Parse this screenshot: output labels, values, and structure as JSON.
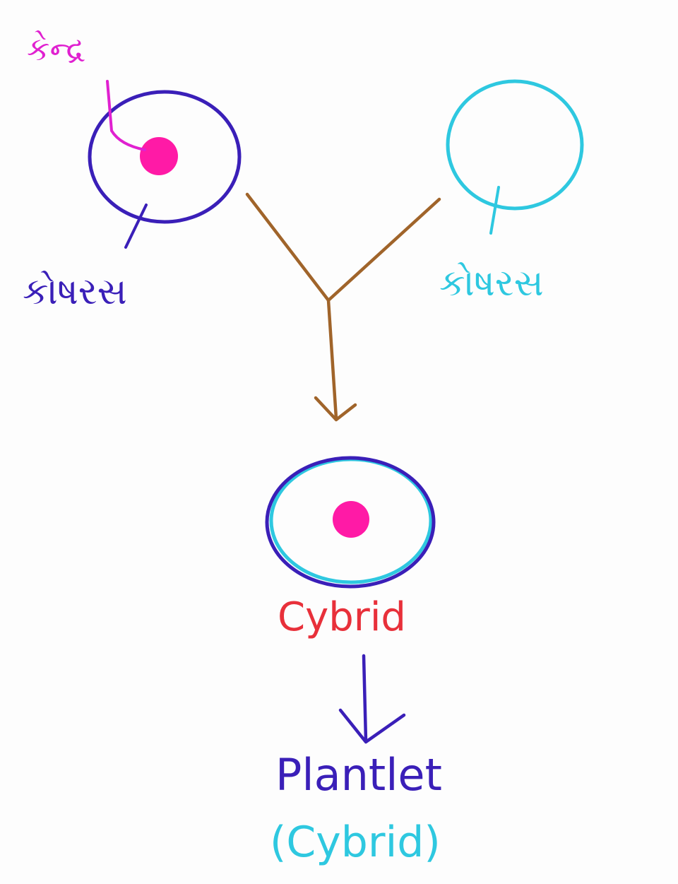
{
  "labels": {
    "nucleus": "કેન્દ્ર",
    "cytoplasm_left": "કોષરસ",
    "cytoplasm_right": "કોષરસ",
    "cybrid": "Cybrid",
    "plantlet": "Plantlet",
    "plantlet_sub": "(Cybrid)"
  },
  "colors": {
    "paper": "#fdfdfd",
    "left_cell": "#3a1fb8",
    "right_cell": "#2ec8e0",
    "nucleus": "#ff1aa6",
    "nucleus_label": "#e020d0",
    "fusion_arrow": "#a0642a",
    "cybrid_label": "#e8303a",
    "plantlet_label": "#3a1fb8",
    "plantlet_arrow": "#3a1fb8",
    "plantlet_sub": "#2ec8e0"
  }
}
